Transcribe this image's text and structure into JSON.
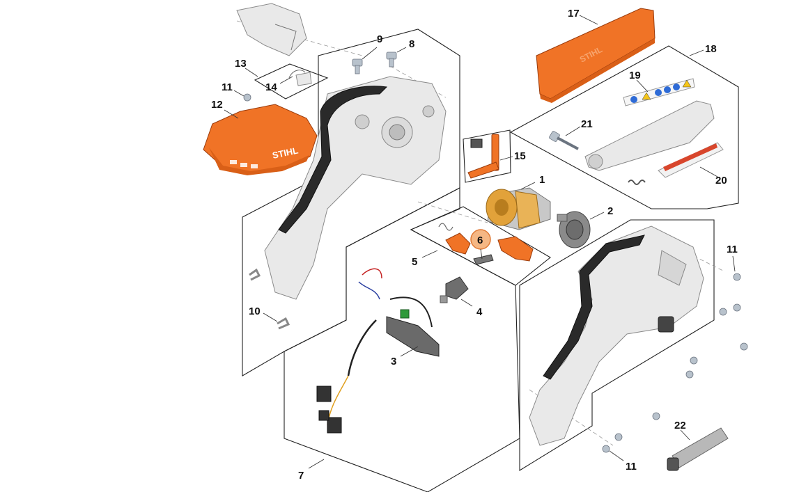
{
  "colors": {
    "accent_orange": "#f07326",
    "housing_gray": "#e9e9e9",
    "grip_dark": "#2a2a2a",
    "outline": "#222222",
    "highlight_circle": "#f5b784"
  },
  "brand": {
    "logo_text_cover": "STIHL",
    "logo_text_scabbard": "STIHL"
  },
  "callouts": {
    "c1": "1",
    "c2": "2",
    "c3": "3",
    "c4": "4",
    "c5": "5",
    "c6": "6",
    "c7": "7",
    "c8": "8",
    "c9": "9",
    "c10": "10",
    "c11_top": "11",
    "c11_right": "11",
    "c11_bottom": "11",
    "c12": "12",
    "c13": "13",
    "c14": "14",
    "c15": "15",
    "c17": "17",
    "c18": "18",
    "c19": "19",
    "c20": "20",
    "c21": "21",
    "c22": "22"
  },
  "highlighted_part": "6",
  "icons": {
    "decal_19": [
      "book-icon",
      "warning-icon",
      "helmet-icon",
      "gloves-icon",
      "boot-icon",
      "caution-icon"
    ]
  }
}
